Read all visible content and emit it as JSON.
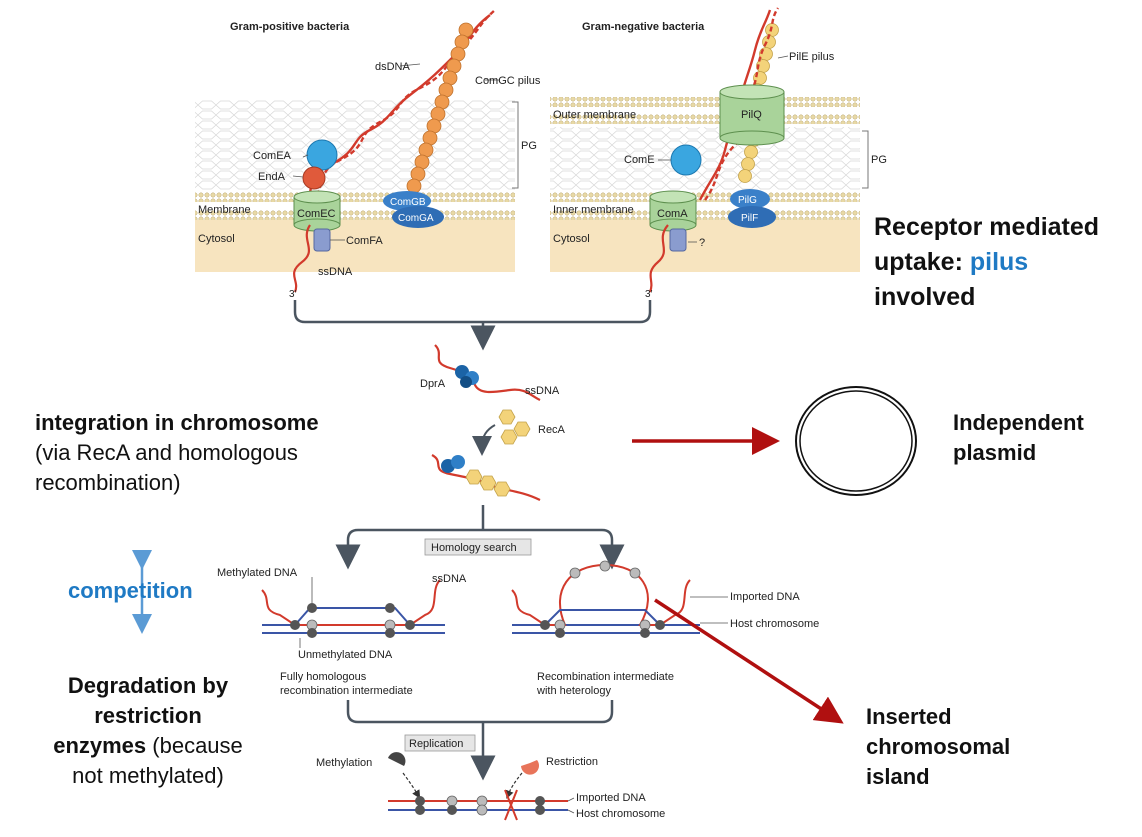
{
  "panels": {
    "gram_positive_title": "Gram-positive bacteria",
    "gram_negative_title": "Gram-negative bacteria",
    "membrane": "Membrane",
    "cytosol": "Cytosol",
    "outer_membrane": "Outer membrane",
    "inner_membrane": "Inner membrane",
    "pg": "PG",
    "dsdna": "dsDNA",
    "comgc_pilus": "ComGC pilus",
    "comea": "ComEA",
    "enda": "EndA",
    "comec": "ComEC",
    "comgb": "ComGB",
    "comga": "ComGA",
    "comfa": "ComFA",
    "ssdna": "ssDNA",
    "three_prime": "3′",
    "pile_pilus": "PilE pilus",
    "pilq": "PilQ",
    "come": "ComE",
    "pilg": "PilG",
    "pilf": "PilF",
    "coma": "ComA",
    "unknown": "?"
  },
  "process": {
    "dpra": "DprA",
    "ssdna": "ssDNA",
    "reca": "RecA",
    "homology_search": "Homology search",
    "methylated_dna": "Methylated DNA",
    "ssdna_right": "ssDNA",
    "unmethylated_dna": "Unmethylated DNA",
    "imported_dna": "Imported DNA",
    "host_chromosome": "Host chromosome",
    "fully_homologous_1": "Fully homologous",
    "fully_homologous_2": "recombination intermediate",
    "heterology_1": "Recombination intermediate",
    "heterology_2": "with heterology",
    "replication": "Replication",
    "methylation": "Methylation",
    "restriction": "Restriction",
    "imported_dna_bottom": "Imported DNA",
    "host_chromosome_bottom": "Host chromosome"
  },
  "annotations": {
    "receptor_1": "Receptor mediated",
    "receptor_2a": "uptake: ",
    "receptor_2b": "pilus",
    "receptor_3": "involved",
    "integration_1": "integration in chromosome",
    "integration_2": "(via RecA and homologous",
    "integration_3": "recombination)",
    "plasmid_1": "Independent",
    "plasmid_2": "plasmid",
    "competition": "competition",
    "degradation_1": "Degradation by",
    "degradation_2": "restriction",
    "degradation_3a": "enzymes",
    "degradation_3b": " (because",
    "degradation_4": "not methylated)",
    "island_1": "Inserted",
    "island_2": "chromosomal",
    "island_3": "island"
  },
  "colors": {
    "dna_red": "#d23a2c",
    "arrow_red": "#b01010",
    "competition_blue": "#1f7ac4",
    "complex_green": "#a9d39a",
    "protein_blue": "#3aa6e0",
    "pilus_orange": "#ef9a4e",
    "pilus_yellow": "#f3d37a",
    "cytosol_tan": "#f7e4bf"
  }
}
